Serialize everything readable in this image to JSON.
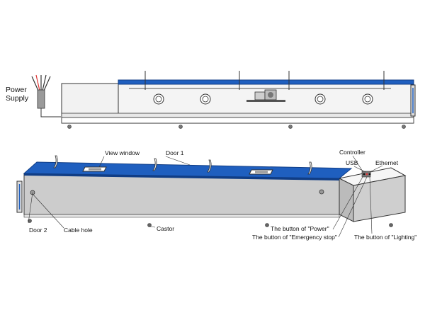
{
  "labels": {
    "power_supply_line1": "Power",
    "power_supply_line2": "Supply",
    "view_window": "View window",
    "door1": "Door 1",
    "controller": "Controller",
    "usb": "USB",
    "ethernet": "Ethernet",
    "door2": "Door 2",
    "cable_hole": "Cable hole",
    "castor": "Castor",
    "btn_power": "The button of \"Power\"",
    "btn_emergency": "The button of \"Emergency stop\"",
    "btn_lighting": "The button of \"Lighting\""
  },
  "colors": {
    "lid_blue": "#1f5fbf",
    "lid_blue_dark": "#103d85",
    "body_light": "#eeeeee",
    "body_grey": "#cfcfcf",
    "line": "#333333"
  }
}
